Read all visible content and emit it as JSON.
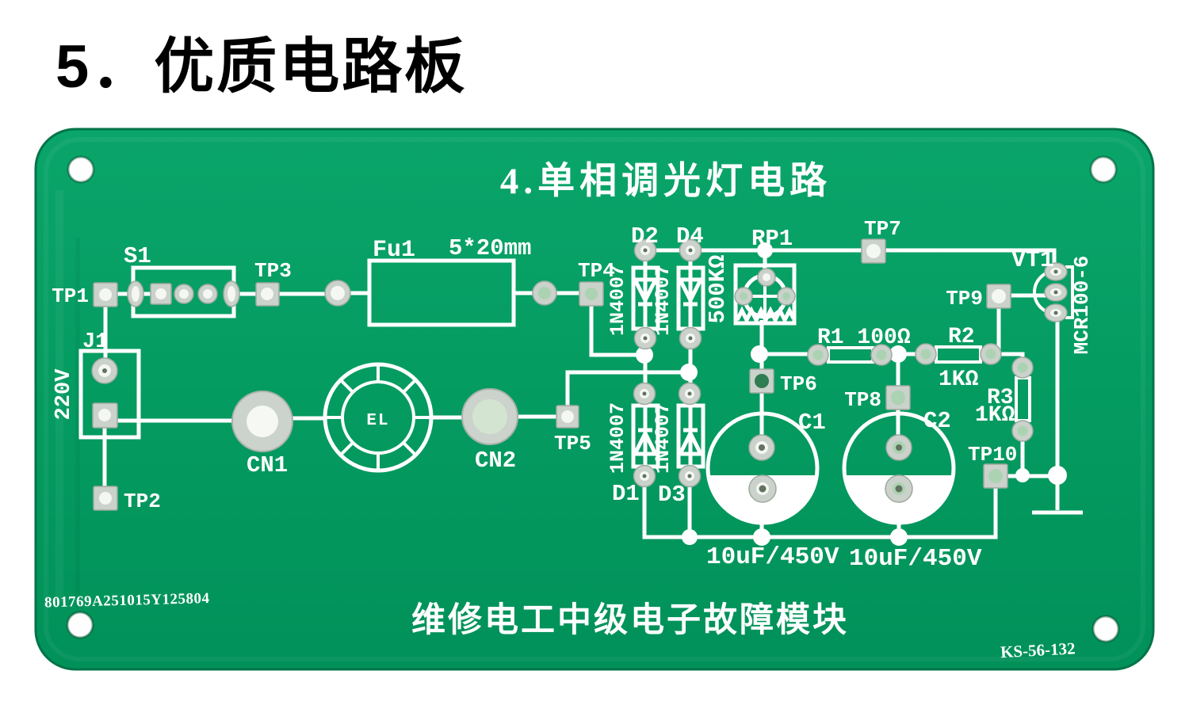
{
  "page": {
    "title": "5．优质电路板"
  },
  "board": {
    "title": "4.单相调光灯电路",
    "footer": "维修电工中级电子故障模块",
    "serial": "801769A251015Y125804",
    "model_code": "KS-56-132",
    "colors": {
      "pcb_green": "#0a9e62",
      "silkscreen": "#ffffff",
      "pad_silver": "#cbd1cb"
    }
  },
  "components": {
    "tp": {
      "tp1": "TP1",
      "tp2": "TP2",
      "tp3": "TP3",
      "tp4": "TP4",
      "tp5": "TP5",
      "tp6": "TP6",
      "tp7": "TP7",
      "tp8": "TP8",
      "tp9": "TP9",
      "tp10": "TP10"
    },
    "s1": {
      "label": "S1"
    },
    "j1": {
      "label": "J1",
      "voltage": "220V"
    },
    "fu1": {
      "label": "Fu1",
      "spec": "5*20mm"
    },
    "d1": {
      "label": "D1",
      "part": "1N4007"
    },
    "d2": {
      "label": "D2",
      "part": "1N4007"
    },
    "d3": {
      "label": "D3",
      "part": "1N4007"
    },
    "d4": {
      "label": "D4",
      "part": "1N4007"
    },
    "rp1": {
      "label": "RP1",
      "value": "500KΩ"
    },
    "r1": {
      "label": "R1 100Ω"
    },
    "r2": {
      "label": "R2",
      "value": "1KΩ"
    },
    "r3": {
      "label": "R3",
      "value": "1KΩ"
    },
    "c1": {
      "label": "C1",
      "value": "10uF/450V"
    },
    "c2": {
      "label": "C2",
      "value": "10uF/450V"
    },
    "cn1": {
      "label": "CN1"
    },
    "cn2": {
      "label": "CN2"
    },
    "el": {
      "label": "EL"
    },
    "vt1": {
      "label": "VT1",
      "part": "MCR100-6"
    }
  }
}
